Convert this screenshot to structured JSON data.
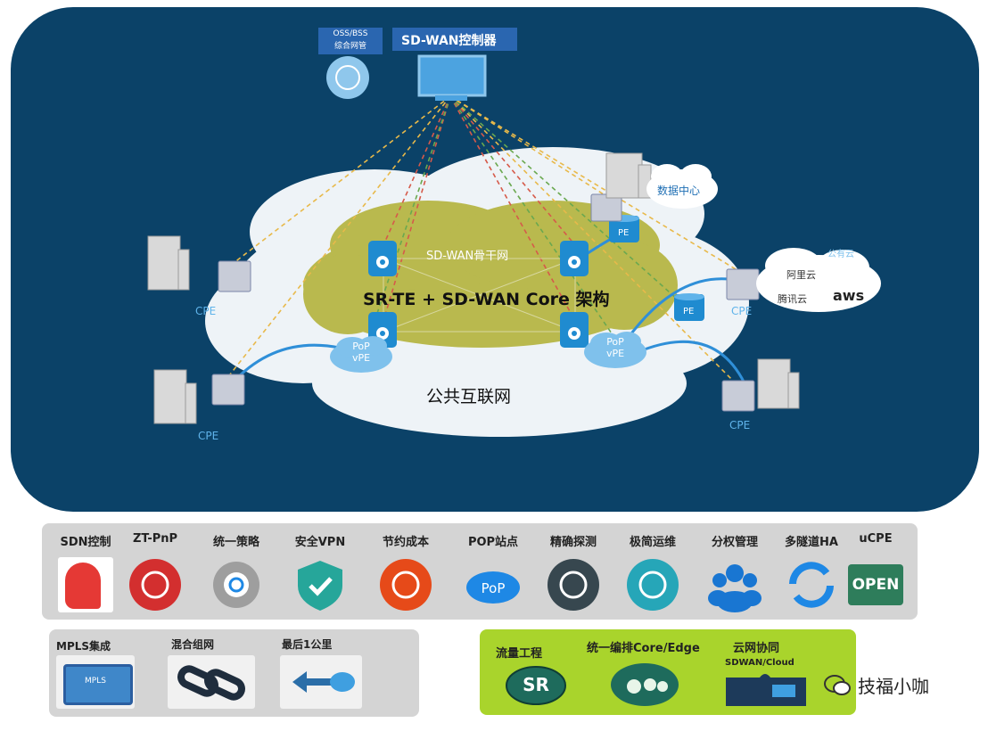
{
  "top": {
    "oss_bss_label": "OSS/BSS\n综合网管",
    "controller_label": "SD-WAN控制器"
  },
  "cloud": {
    "backbone_label": "SD-WAN骨干网",
    "architecture_label": "SR-TE + SD-WAN Core 架构",
    "internet_label": "公共互联网",
    "pop_vpe_label": "PoP\nvPE",
    "pe_label": "PE"
  },
  "sites": {
    "cpe_label": "CPE",
    "datacenter_label": "数据中心",
    "public_cloud_label": "公有云",
    "cloud_brands": [
      "阿里云",
      "腾讯云",
      "aws"
    ]
  },
  "features": [
    {
      "label": "SDN控制",
      "icon": "head-gear-icon",
      "color": "#e53935"
    },
    {
      "label": "ZT-PnP",
      "icon": "router-wifi-icon",
      "color": "#d32f2f"
    },
    {
      "label": "统一策略",
      "icon": "gear-at-icon",
      "color": "#9e9e9e"
    },
    {
      "label": "安全VPN",
      "icon": "shield-check-icon",
      "color": "#26a69a"
    },
    {
      "label": "节约成本",
      "icon": "dollar-coin-icon",
      "color": "#e64a19"
    },
    {
      "label": "POP站点",
      "icon": "pop-cloud-icon",
      "color": "#1e88e5"
    },
    {
      "label": "精确探测",
      "icon": "compass-icon",
      "color": "#37474f"
    },
    {
      "label": "极简运维",
      "icon": "hammer-icon",
      "color": "#26a6b8"
    },
    {
      "label": "分权管理",
      "icon": "users-icon",
      "color": "#1976d2"
    },
    {
      "label": "多隧道HA",
      "icon": "sync-arrows-icon",
      "color": "#1e88e5"
    },
    {
      "label": "uCPE",
      "icon": "open-badge-icon",
      "color": "#2e7d5b"
    }
  ],
  "bottom_left": {
    "items": [
      {
        "label": "MPLS集成",
        "chip_text": "MPLS"
      },
      {
        "label": "混合组网"
      },
      {
        "label": "最后1公里"
      }
    ]
  },
  "bottom_right": {
    "items": [
      {
        "label": "流量工程",
        "badge_text": "SR"
      },
      {
        "label": "统一编排Core/Edge"
      },
      {
        "label": "云网协同",
        "sub_label": "SDWAN/Cloud"
      }
    ]
  },
  "watermark": {
    "text": "技福小咖"
  }
}
